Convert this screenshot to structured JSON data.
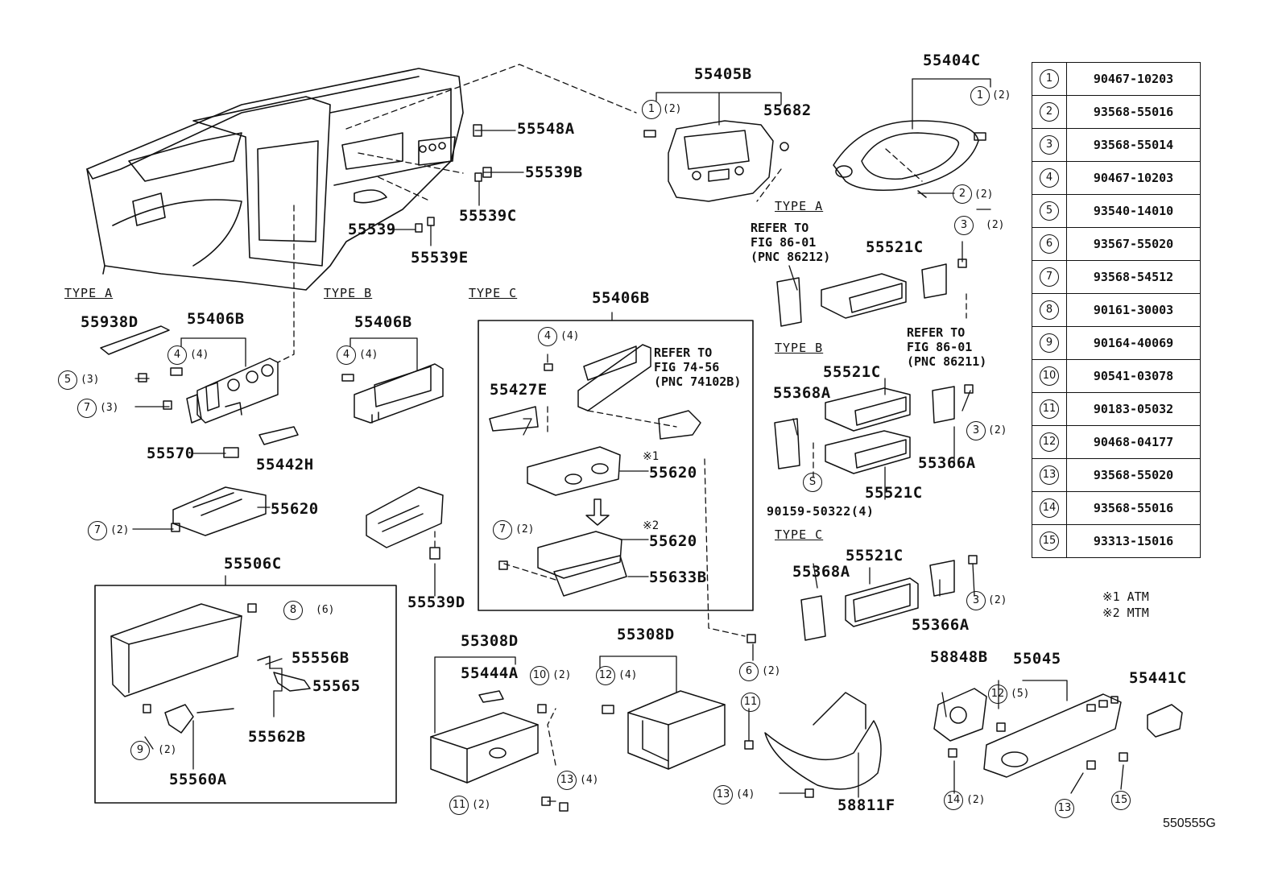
{
  "diagram": {
    "code": "550555G",
    "type_labels": {
      "a1": "TYPE A",
      "b1": "TYPE B",
      "c1": "TYPE C",
      "a2": "TYPE A",
      "b2": "TYPE B",
      "c2": "TYPE C"
    },
    "parts": {
      "p55548A": "55548A",
      "p55539B": "55539B",
      "p55539C": "55539C",
      "p55539": "55539",
      "p55539E": "55539E",
      "p55405B": "55405B",
      "p55682": "55682",
      "p55404C": "55404C",
      "p55938D": "55938D",
      "p55406B_a": "55406B",
      "p55406B_b": "55406B",
      "p55406B_c": "55406B",
      "p55570": "55570",
      "p55442H": "55442H",
      "p55620_a": "55620",
      "p55506C": "55506C",
      "p55556B": "55556B",
      "p55565": "55565",
      "p55562B": "55562B",
      "p55560A": "55560A",
      "p55539D": "55539D",
      "p55427E": "55427E",
      "p55620_1": "55620",
      "p55620_2": "55620",
      "p55633B": "55633B",
      "p55308D_a": "55308D",
      "p55444A": "55444A",
      "p55308D_b": "55308D",
      "p55521C_a": "55521C",
      "p55521C_b1": "55521C",
      "p55521C_b2": "55521C",
      "p55521C_c": "55521C",
      "p55368A_b": "55368A",
      "p55368A_c": "55368A",
      "p55366A_b": "55366A",
      "p55366A_c": "55366A",
      "p90159": "90159-50322(4)",
      "p58848B": "58848B",
      "p55045": "55045",
      "p55441C": "55441C",
      "p58811F": "58811F"
    },
    "marks": {
      "m1": "※1",
      "m2": "※2"
    },
    "refs": {
      "r1": "REFER TO\nFIG 86-01\n(PNC 86212)",
      "r2": "REFER TO\nFIG 86-01\n(PNC 86211)",
      "r3": "REFER TO\nFIG 74-56\n(PNC 74102B)"
    },
    "callouts": {
      "c1": "1",
      "c2": "2",
      "c3": "3",
      "c4": "4",
      "c5": "5",
      "c6": "6",
      "c7": "7",
      "c8": "8",
      "c9": "9",
      "c10": "10",
      "c11": "11",
      "c12": "12",
      "c13": "13",
      "c14": "14",
      "c15": "15",
      "cS": "S"
    },
    "quantities": {
      "q2": "(2)",
      "q3": "(3)",
      "q4": "(4)",
      "q5": "(5)",
      "q6": "(6)"
    },
    "notes": {
      "atm": "※1 ATM",
      "mtm": "※2 MTM"
    },
    "fastener_table": [
      {
        "num": "1",
        "part": "90467-10203"
      },
      {
        "num": "2",
        "part": "93568-55016"
      },
      {
        "num": "3",
        "part": "93568-55014"
      },
      {
        "num": "4",
        "part": "90467-10203"
      },
      {
        "num": "5",
        "part": "93540-14010"
      },
      {
        "num": "6",
        "part": "93567-55020"
      },
      {
        "num": "7",
        "part": "93568-54512"
      },
      {
        "num": "8",
        "part": "90161-30003"
      },
      {
        "num": "9",
        "part": "90164-40069"
      },
      {
        "num": "10",
        "part": "90541-03078"
      },
      {
        "num": "11",
        "part": "90183-05032"
      },
      {
        "num": "12",
        "part": "90468-04177"
      },
      {
        "num": "13",
        "part": "93568-55020"
      },
      {
        "num": "14",
        "part": "93568-55016"
      },
      {
        "num": "15",
        "part": "93313-15016"
      }
    ]
  }
}
